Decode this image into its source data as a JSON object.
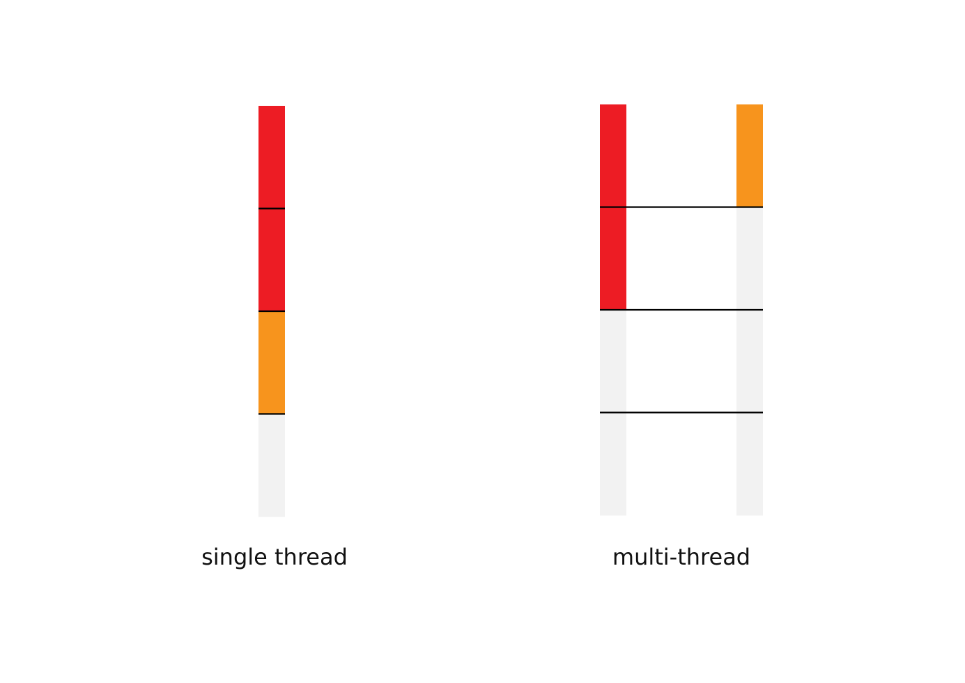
{
  "colors": {
    "background": "#ffffff",
    "task_red": "#ed1c24",
    "task_orange": "#f7941d",
    "idle_gray": "#f2f2f2",
    "divider": "#000000"
  },
  "single_thread": {
    "label": "single thread",
    "slots": [
      "red",
      "red",
      "orange",
      "idle"
    ]
  },
  "multi_thread": {
    "label": "multi-thread",
    "threads": [
      {
        "slots": [
          "red",
          "red",
          "idle",
          "idle"
        ]
      },
      {
        "slots": [
          "orange",
          "idle",
          "idle",
          "idle"
        ]
      }
    ]
  }
}
